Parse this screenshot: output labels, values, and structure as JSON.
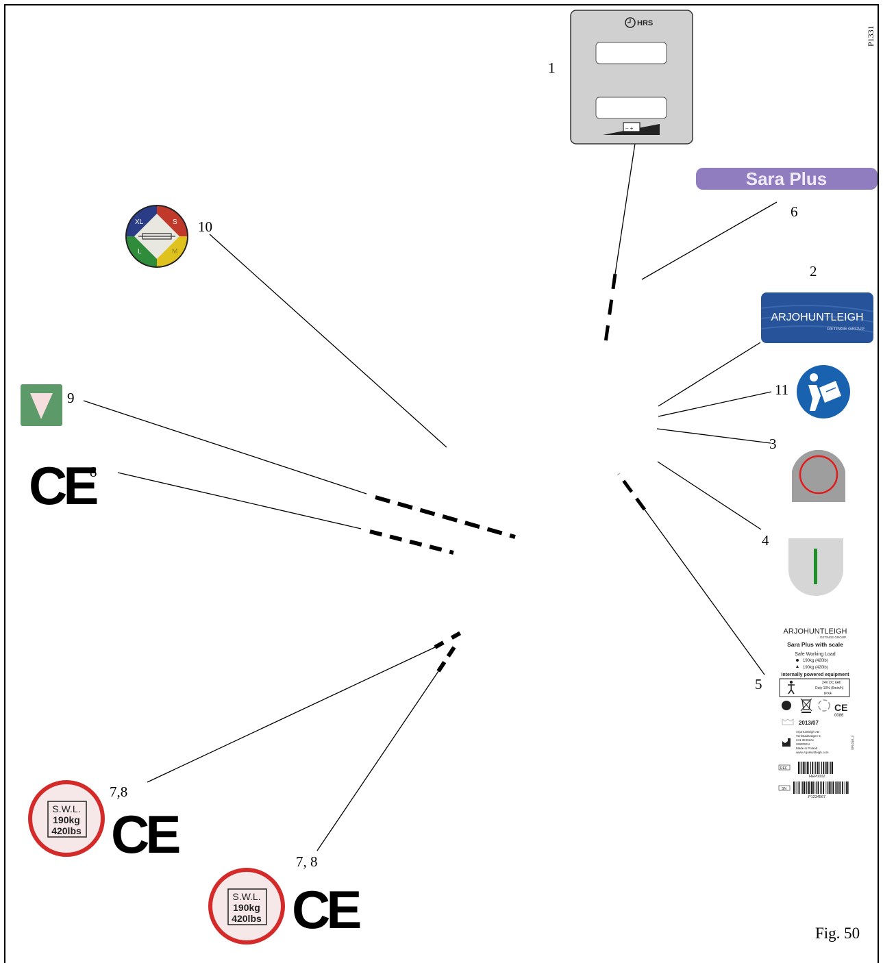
{
  "figure": {
    "label": "Fig. 50",
    "page_id": "P1331"
  },
  "callouts": {
    "c1": "1",
    "c2": "2",
    "c3": "3",
    "c4": "4",
    "c5": "5",
    "c6": "6",
    "c78_a": "7,8",
    "c78_b": "7, 8",
    "c8": "8",
    "c9": "9",
    "c10": "10",
    "c11": "11"
  },
  "labels": {
    "hour_meter": {
      "text": "HRS"
    },
    "product_name": {
      "text": "Sara Plus"
    },
    "brand_logo": {
      "brand": "ARJOHUNTLEIGH",
      "group": "GETINGE GROUP"
    },
    "size_indicator": {
      "xl": "XL",
      "s": "S",
      "l": "L",
      "m": "M"
    },
    "swl": {
      "line1": "S.W.L.",
      "line2": "190kg",
      "line3": "420lbs"
    },
    "ce_mark": "CE",
    "rating_plate": {
      "brand": "ARJOHUNTLEIGH",
      "group": "GETINGE GROUP",
      "product": "Sara Plus with scale",
      "swl_title": "Safe Working Load",
      "swl1": "190kg (420lb)",
      "swl2": "190kg (420lb)",
      "power": "Internally powered equipment",
      "electric": "24V DC 6Ah",
      "duty": "Duty 10% (6min/h)",
      "ip": "IPX4",
      "ce_number": "0086",
      "date": "2013/07",
      "address": [
        "ArjoHuntleigh AB",
        "Verkstadsvägen 5",
        "241 38 Eslöv",
        "SWEDEN",
        "Made in Poland",
        "www.ArjoHuntleigh.com"
      ],
      "side_code": "SPL010_3",
      "ref": "REF",
      "ref_code": "HEP0002",
      "sn": "SN",
      "sn_code": "P1234567"
    }
  },
  "colors": {
    "product_band": "#8f7dc0",
    "logo_blue": "#27539a",
    "info_blue": "#1862b0",
    "swl_red": "#d42a2a",
    "green_button": "#5d9a69",
    "green_line": "#1f8f2c",
    "stop_red": "#e11b1b",
    "label_grey": "#d0d0d0",
    "button_grey": "#9e9e9e"
  }
}
